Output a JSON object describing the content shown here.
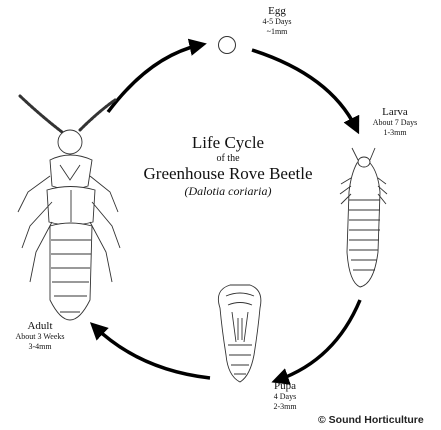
{
  "title": {
    "line1": "Life Cycle",
    "line2": "of the",
    "line3": "Greenhouse Rove Beetle",
    "scientific": "(Dalotia coriaria)"
  },
  "stages": {
    "egg": {
      "name": "Egg",
      "detail1": "4-5 Days",
      "detail2": "~1mm"
    },
    "larva": {
      "name": "Larva",
      "detail1": "About 7 Days",
      "detail2": "1-3mm"
    },
    "pupa": {
      "name": "Pupa",
      "detail1": "4 Days",
      "detail2": "2-3mm"
    },
    "adult": {
      "name": "Adult",
      "detail1": "About 3 Weeks",
      "detail2": "3-4mm"
    }
  },
  "credit": "© Sound Horticulture"
}
